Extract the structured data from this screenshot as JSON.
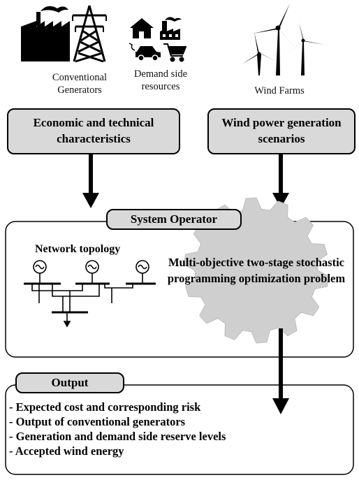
{
  "captions": {
    "conventional": "Conventional Generators",
    "demand": "Demand side resources",
    "wind": "Wind Farms"
  },
  "boxes": {
    "economic": "Economic and technical characteristics",
    "wind_scenarios": "Wind power generation scenarios"
  },
  "operator": {
    "tab": "System Operator",
    "network_label": "Network topology",
    "problem": "Multi-objective two-stage stochastic programming optimization problem"
  },
  "output": {
    "tab": "Output",
    "items": [
      "- Expected cost and corresponding risk",
      "- Output of conventional generators",
      "- Generation and demand side reserve levels",
      "- Accepted wind energy"
    ]
  },
  "colors": {
    "box_fill": "#d9d9d9",
    "gear_fill": "#cfcfcf",
    "stroke": "#000000"
  },
  "icons": [
    "factory-icon",
    "transmission-tower-icon",
    "house-icon",
    "small-factory-icon",
    "electric-car-icon",
    "shopping-cart-icon",
    "wind-turbine-icon",
    "generator-icon",
    "gear-icon",
    "arrow-down-icon"
  ]
}
